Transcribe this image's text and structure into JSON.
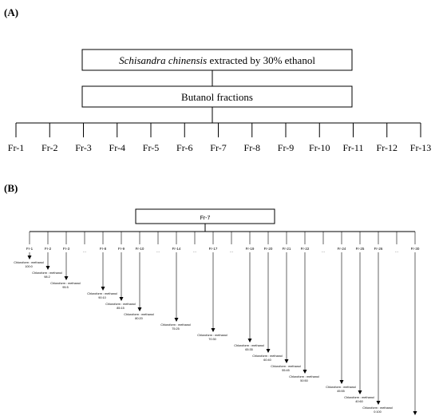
{
  "panel_a": {
    "label": "(A)",
    "root_box": {
      "italic": "Schisandra chinensis",
      "rest": " extracted by 30% ethanol"
    },
    "butanol_box": "Butanol fractions",
    "fractions": [
      "Fr-1",
      "Fr-2",
      "Fr-3",
      "Fr-4",
      "Fr-5",
      "Fr-6",
      "Fr-7",
      "Fr-8",
      "Fr-9",
      "Fr-10",
      "Fr-11",
      "Fr-12",
      "Fr-13"
    ]
  },
  "panel_b": {
    "label": "(B)",
    "root_box": "Fr-7",
    "subfractions": [
      "Fr-1",
      "Fr-2",
      "Fr-3",
      "...",
      "Fr-8",
      "Fr-9",
      "Fr-10",
      "...",
      "Fr-14",
      "...",
      "Fr-17",
      "...",
      "Fr-19",
      "Fr-20",
      "Fr-21",
      "Fr-22",
      "...",
      "Fr-24",
      "Fr-25",
      "Fr-26",
      "...",
      "Fr-30"
    ],
    "solvent_label": "Chloroform : methanol",
    "ratios": [
      "100:0",
      "98:2",
      "95:5",
      "90:10",
      "85:15",
      "80:20",
      "75:25",
      "70:30",
      "65:35",
      "60:40",
      "55:45",
      "50:50",
      "45:55",
      "40:60",
      "0:100"
    ]
  }
}
